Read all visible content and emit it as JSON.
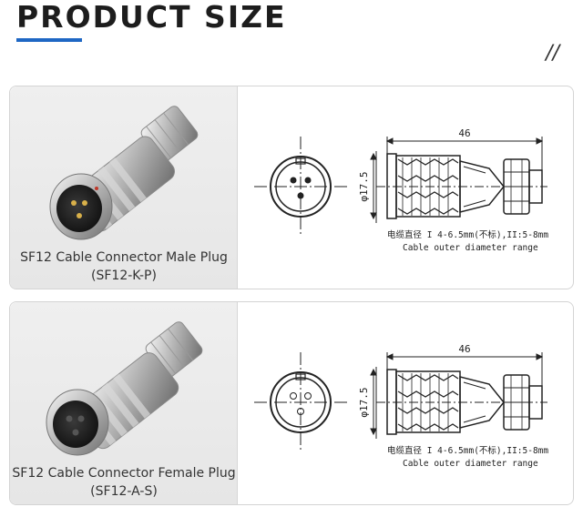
{
  "header": {
    "title": "PRODUCT SIZE",
    "deco": "//"
  },
  "products": [
    {
      "caption_line1": "SF12 Cable Connector Male Plug",
      "caption_line2": "(SF12-K-P)",
      "dim_length": "46",
      "dim_diameter": "φ17.5",
      "note_cn": "电缆直径 I 4-6.5mm(不标),II:5-8mm",
      "note_en": "Cable outer diameter range"
    },
    {
      "caption_line1": "SF12 Cable Connector Female Plug",
      "caption_line2": "(SF12-A-S)",
      "dim_length": "46",
      "dim_diameter": "φ17.5",
      "note_cn": "电缆直径 I 4-6.5mm(不标),II:5-8mm",
      "note_en": "Cable outer diameter range"
    }
  ]
}
